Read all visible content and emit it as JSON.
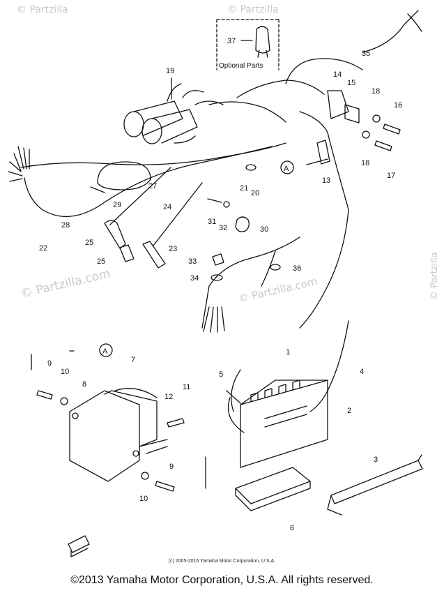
{
  "watermark": {
    "main": "© Partzilla.com",
    "top_left": "© Partzilla",
    "top_center": "© Partzilla",
    "center": "© Partzilla.com",
    "right": "© Partzilla"
  },
  "optional_parts_label": "Optional Parts",
  "section_marker": "A",
  "callouts": [
    "1",
    "2",
    "3",
    "4",
    "5",
    "6",
    "7",
    "8",
    "9",
    "10",
    "11",
    "12",
    "13",
    "14",
    "15",
    "16",
    "17",
    "18",
    "19",
    "20",
    "21",
    "22",
    "23",
    "24",
    "25",
    "27",
    "28",
    "29",
    "30",
    "31",
    "32",
    "33",
    "34",
    "35",
    "36",
    "37"
  ],
  "diagram_credit": "(c) 2005-2016 Yamaha Motor Corporation, U.S.A.",
  "copyright": "©2013 Yamaha Motor Corporation, U.S.A. All rights reserved."
}
